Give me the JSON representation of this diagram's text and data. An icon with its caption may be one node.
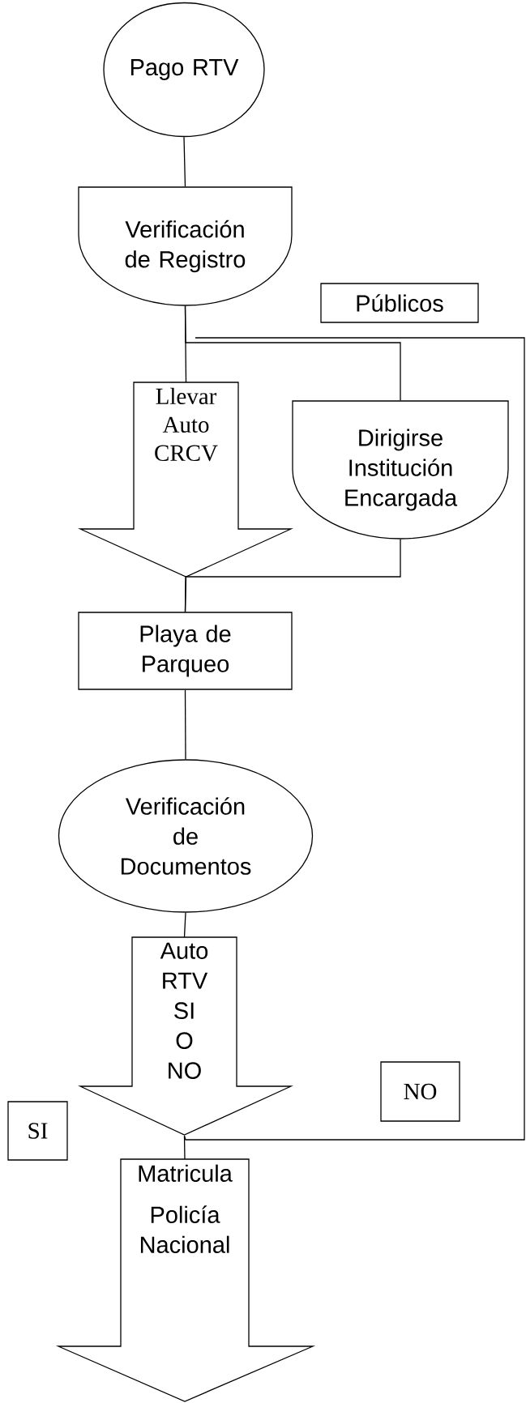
{
  "diagram": {
    "nodes": [
      {
        "text": [
          "Pago RTV"
        ]
      },
      {
        "text": [
          "Verificación de Registro"
        ]
      },
      {
        "text": [
          "Públicos"
        ]
      },
      {
        "text": [
          "Llevar Auto CRCV"
        ]
      },
      {
        "text": [
          "Dirigirse Institución Encargada"
        ]
      },
      {
        "text": [
          "Playa de Parqueo"
        ]
      },
      {
        "text": [
          "Verificación de Documentos"
        ]
      },
      {
        "text": [
          "Auto RTV SI O NO"
        ]
      },
      {
        "text": [
          "SI"
        ]
      },
      {
        "text": [
          "NO"
        ]
      },
      {
        "text": [
          "Matricula",
          "Policía Nacional"
        ]
      }
    ],
    "edges": [
      {
        "from": 0,
        "to": 1,
        "arrow": "none"
      },
      {
        "from": 1,
        "to": 3,
        "arrow": "none"
      },
      {
        "from": 1,
        "to": 4,
        "arrow": "none"
      },
      {
        "from": 3,
        "to": 5,
        "arrow": "none"
      },
      {
        "from": 4,
        "to": 5,
        "arrow": "none"
      },
      {
        "from": 5,
        "to": 6,
        "arrow": "none"
      },
      {
        "from": 6,
        "to": 7,
        "arrow": "none"
      },
      {
        "from": 7,
        "to": 10,
        "arrow": "none"
      },
      {
        "from": 7,
        "to": null,
        "arrow": "none"
      }
    ]
  }
}
